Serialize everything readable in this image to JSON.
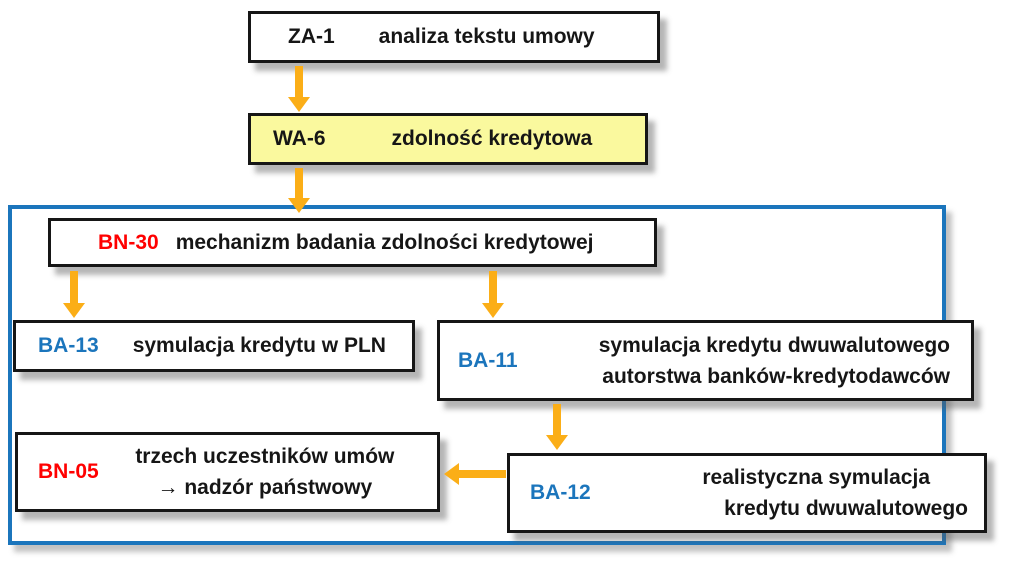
{
  "colors": {
    "arrow": "#FBAE17",
    "frame_border": "#1B75BC",
    "node_border": "#161616",
    "highlight_node_bg": "#FAF99E",
    "code_red": "#FF0000",
    "code_blue": "#1B75BC",
    "text": "#161616",
    "background": "#FFFFFF"
  },
  "nodes": {
    "za1": {
      "code": "ZA-1",
      "label": "analiza tekstu umowy"
    },
    "wa6": {
      "code": "WA-6",
      "label": "zdolność kredytowa"
    },
    "bn30": {
      "code": "BN-30",
      "label": "mechanizm badania zdolności kredytowej"
    },
    "ba13": {
      "code": "BA-13",
      "label": "symulacja kredytu w PLN"
    },
    "ba11": {
      "code": "BA-11",
      "line1": "symulacja kredytu dwuwalutowego",
      "line2": "autorstwa banków-kredytodawców"
    },
    "bn05": {
      "code": "BN-05",
      "line1": "trzech uczestników umów",
      "line2": "→ nadzór państwowy"
    },
    "ba12": {
      "code": "BA-12",
      "line1": "realistyczna symulacja",
      "line2": "kredytu dwuwalutowego"
    }
  },
  "edges": [
    {
      "from": "ZA-1",
      "to": "WA-6",
      "direction": "down"
    },
    {
      "from": "WA-6",
      "to": "BN-30",
      "direction": "down"
    },
    {
      "from": "BN-30",
      "to": "BA-13",
      "direction": "down"
    },
    {
      "from": "BN-30",
      "to": "BA-11",
      "direction": "down"
    },
    {
      "from": "BA-11",
      "to": "BA-12",
      "direction": "down"
    },
    {
      "from": "BA-12",
      "to": "BN-05",
      "direction": "left"
    }
  ],
  "frame": {
    "contains": [
      "BN-30",
      "BA-13",
      "BA-11",
      "BN-05",
      "BA-12"
    ]
  }
}
